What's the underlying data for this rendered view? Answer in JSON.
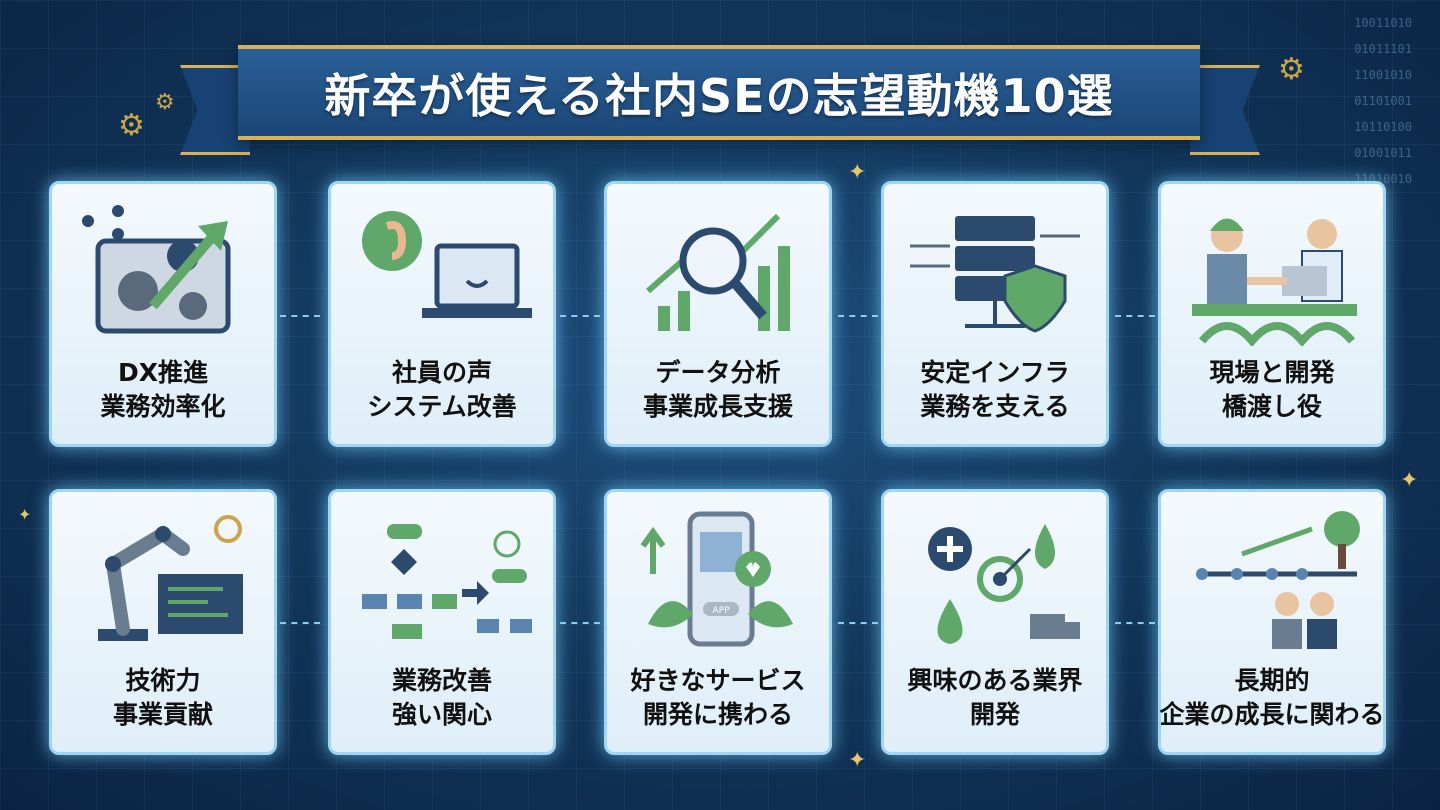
{
  "title": "新卒が使える社内SEの志望動機10選",
  "binary": "10011010\n01011101\n11001010\n01101001\n10110100\n01001011\n11010010",
  "cards": [
    {
      "line1": "DX推進",
      "line2": "業務効率化",
      "icon": "gears-arrow-icon"
    },
    {
      "line1": "社員の声",
      "line2": "システム改善",
      "icon": "ear-laptop-icon"
    },
    {
      "line1": "データ分析",
      "line2": "事業成長支援",
      "icon": "chart-magnifier-icon"
    },
    {
      "line1": "安定インフラ",
      "line2": "業務を支える",
      "icon": "server-shield-icon"
    },
    {
      "line1": "現場と開発",
      "line2": "橋渡し役",
      "icon": "handshake-bridge-icon"
    },
    {
      "line1": "技術力",
      "line2": "事業貢献",
      "icon": "robot-arm-icon"
    },
    {
      "line1": "業務改善",
      "line2": "強い関心",
      "icon": "flowchart-icon"
    },
    {
      "line1": "好きなサービス",
      "line2": "開発に携わる",
      "icon": "phone-app-icon",
      "badge": "APP"
    },
    {
      "line1": "興味のある業界",
      "line2": "開発",
      "icon": "industry-icons"
    },
    {
      "line1": "長期的",
      "line2": "企業の成長に関わる",
      "icon": "growth-timeline-icon"
    }
  ],
  "colors": {
    "accent_green": "#5fa86a",
    "navy": "#2b4a6e",
    "gold": "#d7b25a",
    "glow": "#9fd6f4"
  }
}
